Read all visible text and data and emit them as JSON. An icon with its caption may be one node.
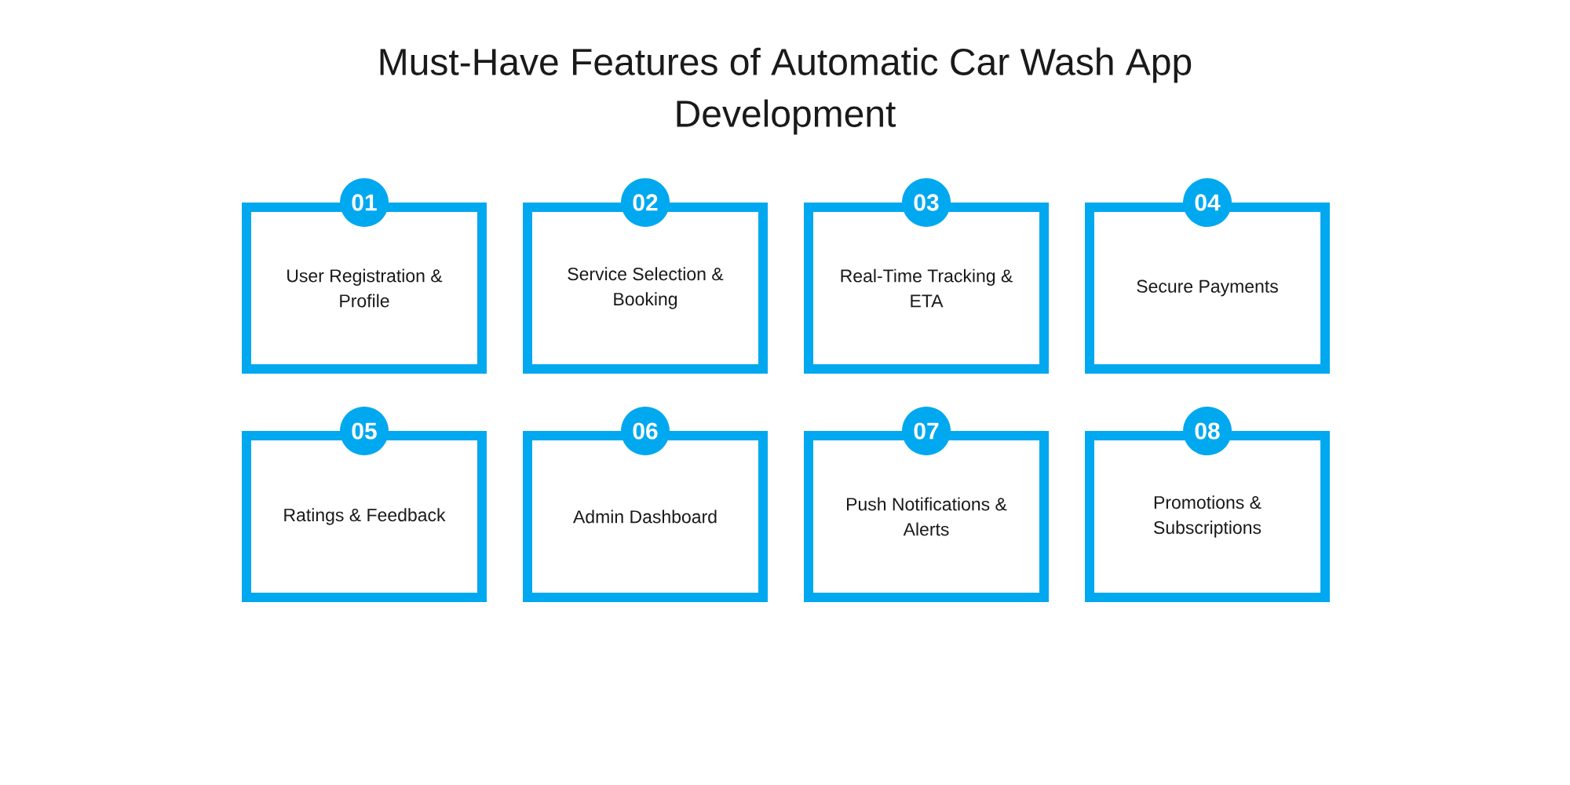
{
  "diagram": {
    "title": "Must-Have Features of Automatic Car Wash App Development",
    "nodes": [
      {
        "text": [
          "01",
          "User Registration & Profile"
        ]
      },
      {
        "text": [
          "02",
          "Service Selection & Booking"
        ]
      },
      {
        "text": [
          "03",
          "Real-Time Tracking & ETA"
        ]
      },
      {
        "text": [
          "04",
          "Secure Payments"
        ]
      },
      {
        "text": [
          "05",
          "Ratings & Feedback"
        ]
      },
      {
        "text": [
          "06",
          "Admin Dashboard"
        ]
      },
      {
        "text": [
          "07",
          "Push Notifications & Alerts"
        ]
      },
      {
        "text": [
          "08",
          "Promotions & Subscriptions"
        ]
      }
    ]
  }
}
